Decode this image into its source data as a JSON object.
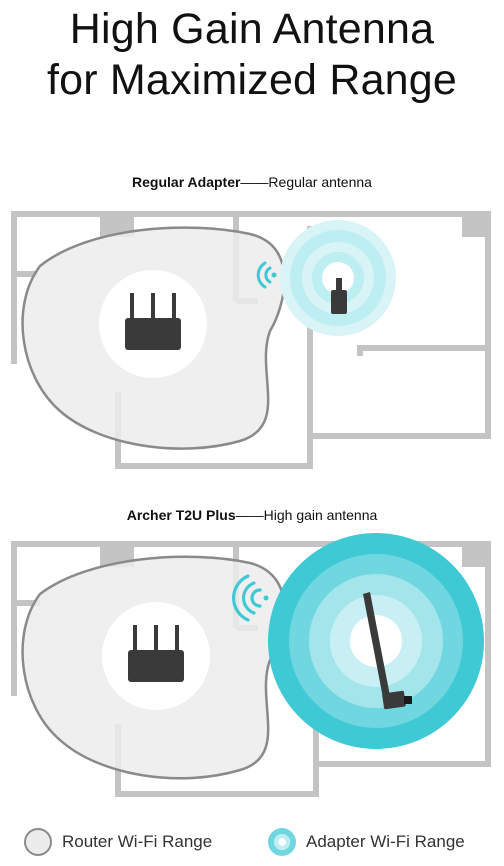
{
  "headline": {
    "line1": "High Gain Antenna",
    "line2": "for Maximized Range"
  },
  "panels": [
    {
      "title_bold": "Regular Adapter",
      "separator": "——",
      "title_rest": "Regular antenna",
      "adapter_range_size": "small",
      "antenna": "regular"
    },
    {
      "title_bold": "Archer T2U Plus",
      "separator": "——",
      "title_rest": "High gain antenna",
      "adapter_range_size": "large",
      "antenna": "high gain"
    }
  ],
  "legend": {
    "router_label": "Router Wi-Fi Range",
    "adapter_label": "Adapter Wi-Fi Range"
  },
  "colors": {
    "wall": "#c4c4c4",
    "router_range_fill": "#ececec",
    "router_range_stroke": "#8a8a8a",
    "adapter_range": "#3fc9d4",
    "device": "#3a3a3a"
  }
}
